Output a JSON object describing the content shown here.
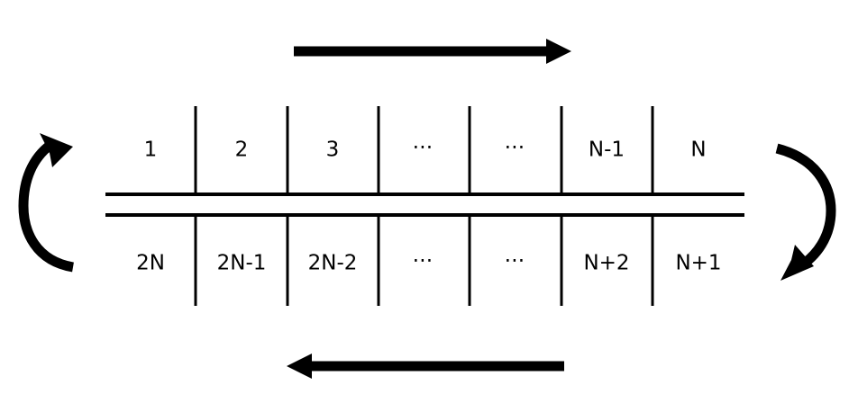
{
  "diagram": {
    "title": "Circular buffer two-row index layout",
    "background_color": "#ffffff",
    "stroke_color": "#000000",
    "top_row": {
      "name": "forward-row",
      "direction_label": "left-to-right",
      "cells": [
        "1",
        "2",
        "3",
        "⋯",
        "⋯",
        "N-1",
        "N"
      ]
    },
    "bottom_row": {
      "name": "reverse-row",
      "direction_label": "right-to-left",
      "cells": [
        "2N",
        "2N-1",
        "2N-2",
        "⋯",
        "⋯",
        "N+2",
        "N+1"
      ]
    },
    "arrows": {
      "top": {
        "icon": "arrow-right-icon",
        "direction": "right"
      },
      "bottom": {
        "icon": "arrow-left-icon",
        "direction": "left"
      },
      "left_curve": {
        "icon": "curved-arrow-up-icon",
        "direction": "counterclockwise-up"
      },
      "right_curve": {
        "icon": "curved-arrow-down-icon",
        "direction": "clockwise-down"
      }
    }
  }
}
